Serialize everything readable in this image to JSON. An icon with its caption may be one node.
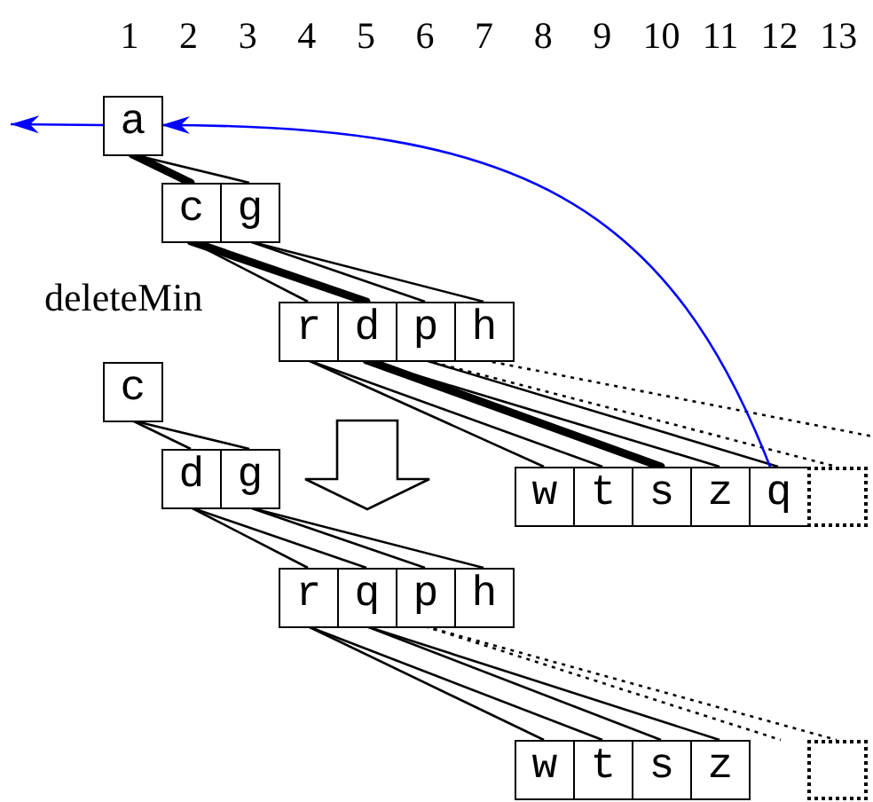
{
  "diagram": {
    "nodes": [
      {
        "text": [
          "a"
        ]
      },
      {
        "text": [
          "c"
        ]
      },
      {
        "text": [
          "g"
        ]
      },
      {
        "text": [
          "r"
        ]
      },
      {
        "text": [
          "d"
        ]
      },
      {
        "text": [
          "p"
        ]
      },
      {
        "text": [
          "h"
        ]
      },
      {
        "text": [
          "w"
        ]
      },
      {
        "text": [
          "t"
        ]
      },
      {
        "text": [
          "s"
        ]
      },
      {
        "text": [
          "z"
        ]
      },
      {
        "text": [
          "q"
        ]
      },
      {
        "text": [],
        "shape": "box"
      },
      {
        "text": [
          "c"
        ]
      },
      {
        "text": [
          "d"
        ]
      },
      {
        "text": [
          "g"
        ]
      },
      {
        "text": [
          "r"
        ]
      },
      {
        "text": [
          "q"
        ]
      },
      {
        "text": [
          "p"
        ]
      },
      {
        "text": [
          "h"
        ]
      },
      {
        "text": [
          "w"
        ]
      },
      {
        "text": [
          "t"
        ]
      },
      {
        "text": [
          "s"
        ]
      },
      {
        "text": [
          "z"
        ]
      },
      {
        "text": [],
        "shape": "box"
      }
    ],
    "edges": [
      {
        "from": 0,
        "to": 1,
        "arrow": "none",
        "style": "thick"
      },
      {
        "from": 0,
        "to": 2,
        "arrow": "none"
      },
      {
        "from": 1,
        "to": 3,
        "arrow": "none"
      },
      {
        "from": 1,
        "to": 4,
        "arrow": "none",
        "style": "thick"
      },
      {
        "from": 2,
        "to": 5,
        "arrow": "none"
      },
      {
        "from": 2,
        "to": 6,
        "arrow": "none"
      },
      {
        "from": 3,
        "to": 7,
        "arrow": "none"
      },
      {
        "from": 3,
        "to": 8,
        "arrow": "none"
      },
      {
        "from": 4,
        "to": 9,
        "arrow": "none",
        "style": "thick"
      },
      {
        "from": 4,
        "to": 10,
        "arrow": "none"
      },
      {
        "from": 5,
        "to": 11,
        "arrow": "none"
      },
      {
        "from": 5,
        "to": 12,
        "arrow": "none",
        "style": "dashed"
      },
      {
        "from": 6,
        "to": null,
        "arrow": "none",
        "style": "dashed"
      },
      {
        "from": 11,
        "to": 0,
        "arrow": "to",
        "color": "#0000ff"
      },
      {
        "from": 0,
        "to": null,
        "arrow": "to",
        "color": "#0000ff"
      },
      {
        "from": 13,
        "to": 14,
        "arrow": "none"
      },
      {
        "from": 13,
        "to": 15,
        "arrow": "none"
      },
      {
        "from": 14,
        "to": 16,
        "arrow": "none"
      },
      {
        "from": 14,
        "to": 17,
        "arrow": "none"
      },
      {
        "from": 15,
        "to": 18,
        "arrow": "none"
      },
      {
        "from": 15,
        "to": 19,
        "arrow": "none"
      },
      {
        "from": 16,
        "to": 20,
        "arrow": "none"
      },
      {
        "from": 16,
        "to": 21,
        "arrow": "none"
      },
      {
        "from": 17,
        "to": 22,
        "arrow": "none"
      },
      {
        "from": 17,
        "to": 23,
        "arrow": "none"
      },
      {
        "from": 18,
        "to": null,
        "arrow": "none",
        "style": "dashed"
      },
      {
        "from": 18,
        "to": 24,
        "arrow": "none",
        "style": "dashed"
      }
    ],
    "labels": [
      "1",
      "2",
      "3",
      "4",
      "5",
      "6",
      "7",
      "8",
      "9",
      "10",
      "11",
      "12",
      "13",
      "deleteMin"
    ]
  }
}
